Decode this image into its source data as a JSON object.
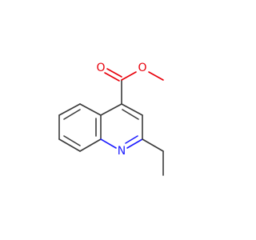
{
  "molecule": {
    "atoms": {
      "o_carbonyl": {
        "symbol": "O",
        "color": "#e8000b"
      },
      "o_ester": {
        "symbol": "O",
        "color": "#e8000b"
      },
      "n_ring": {
        "symbol": "N",
        "color": "#1c1cff"
      }
    },
    "colors": {
      "bond": "#3a3a3a",
      "oxygen": "#e8000b",
      "nitrogen": "#1c1cff",
      "background": "#ffffff"
    }
  }
}
